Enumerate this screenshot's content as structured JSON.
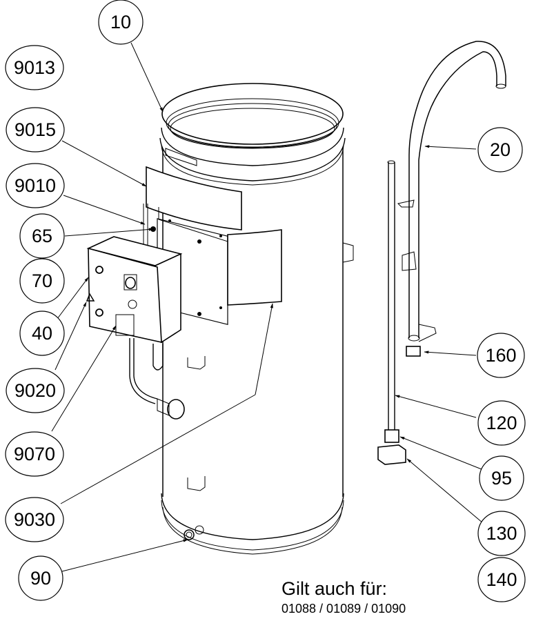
{
  "callouts": [
    {
      "id": "10",
      "label": "10"
    },
    {
      "id": "9013",
      "label": "9013"
    },
    {
      "id": "9015",
      "label": "9015"
    },
    {
      "id": "9010",
      "label": "9010"
    },
    {
      "id": "65",
      "label": "65"
    },
    {
      "id": "70",
      "label": "70"
    },
    {
      "id": "40",
      "label": "40"
    },
    {
      "id": "9020",
      "label": "9020"
    },
    {
      "id": "9070",
      "label": "9070"
    },
    {
      "id": "9030",
      "label": "9030"
    },
    {
      "id": "90",
      "label": "90"
    },
    {
      "id": "20",
      "label": "20"
    },
    {
      "id": "160",
      "label": "160"
    },
    {
      "id": "120",
      "label": "120"
    },
    {
      "id": "95",
      "label": "95"
    },
    {
      "id": "130",
      "label": "130"
    },
    {
      "id": "140",
      "label": "140"
    }
  ],
  "note": {
    "title": "Gilt auch für:",
    "variants": "01088 / 01089 / 01090"
  }
}
